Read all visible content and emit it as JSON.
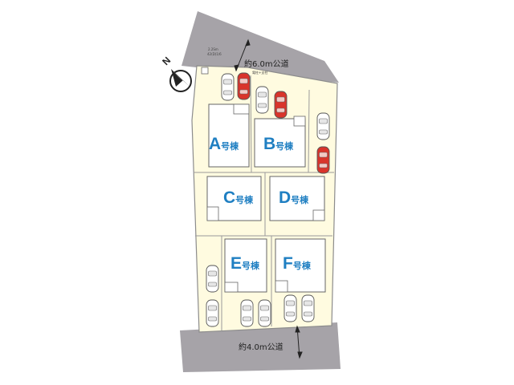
{
  "roads": {
    "north": {
      "label": "約6.0m公道",
      "color": "#a6a3a8"
    },
    "south": {
      "label": "約4.0m公道",
      "color": "#a6a3a8"
    }
  },
  "site_color": "#fffbe0",
  "building_color": "#ffffff",
  "unit_color": "#1f7fc2",
  "unit_suffix": "号棟",
  "units": [
    {
      "id": "A",
      "letter": "A",
      "suffix": "号棟"
    },
    {
      "id": "B",
      "letter": "B",
      "suffix": "号棟"
    },
    {
      "id": "C",
      "letter": "C",
      "suffix": "号棟"
    },
    {
      "id": "D",
      "letter": "D",
      "suffix": "号棟"
    },
    {
      "id": "E",
      "letter": "E",
      "suffix": "号棟"
    },
    {
      "id": "F",
      "letter": "F",
      "suffix": "号棟"
    }
  ],
  "annotations": {
    "corner_note_1": "2.2Sm",
    "corner_note_2": "42(D)1/6",
    "pole_note": "電柱+支柱"
  },
  "compass": {
    "letter": "N",
    "icon": "north-arrow-icon"
  },
  "car_colors": {
    "white": "#ffffff",
    "red": "#d9342b"
  }
}
